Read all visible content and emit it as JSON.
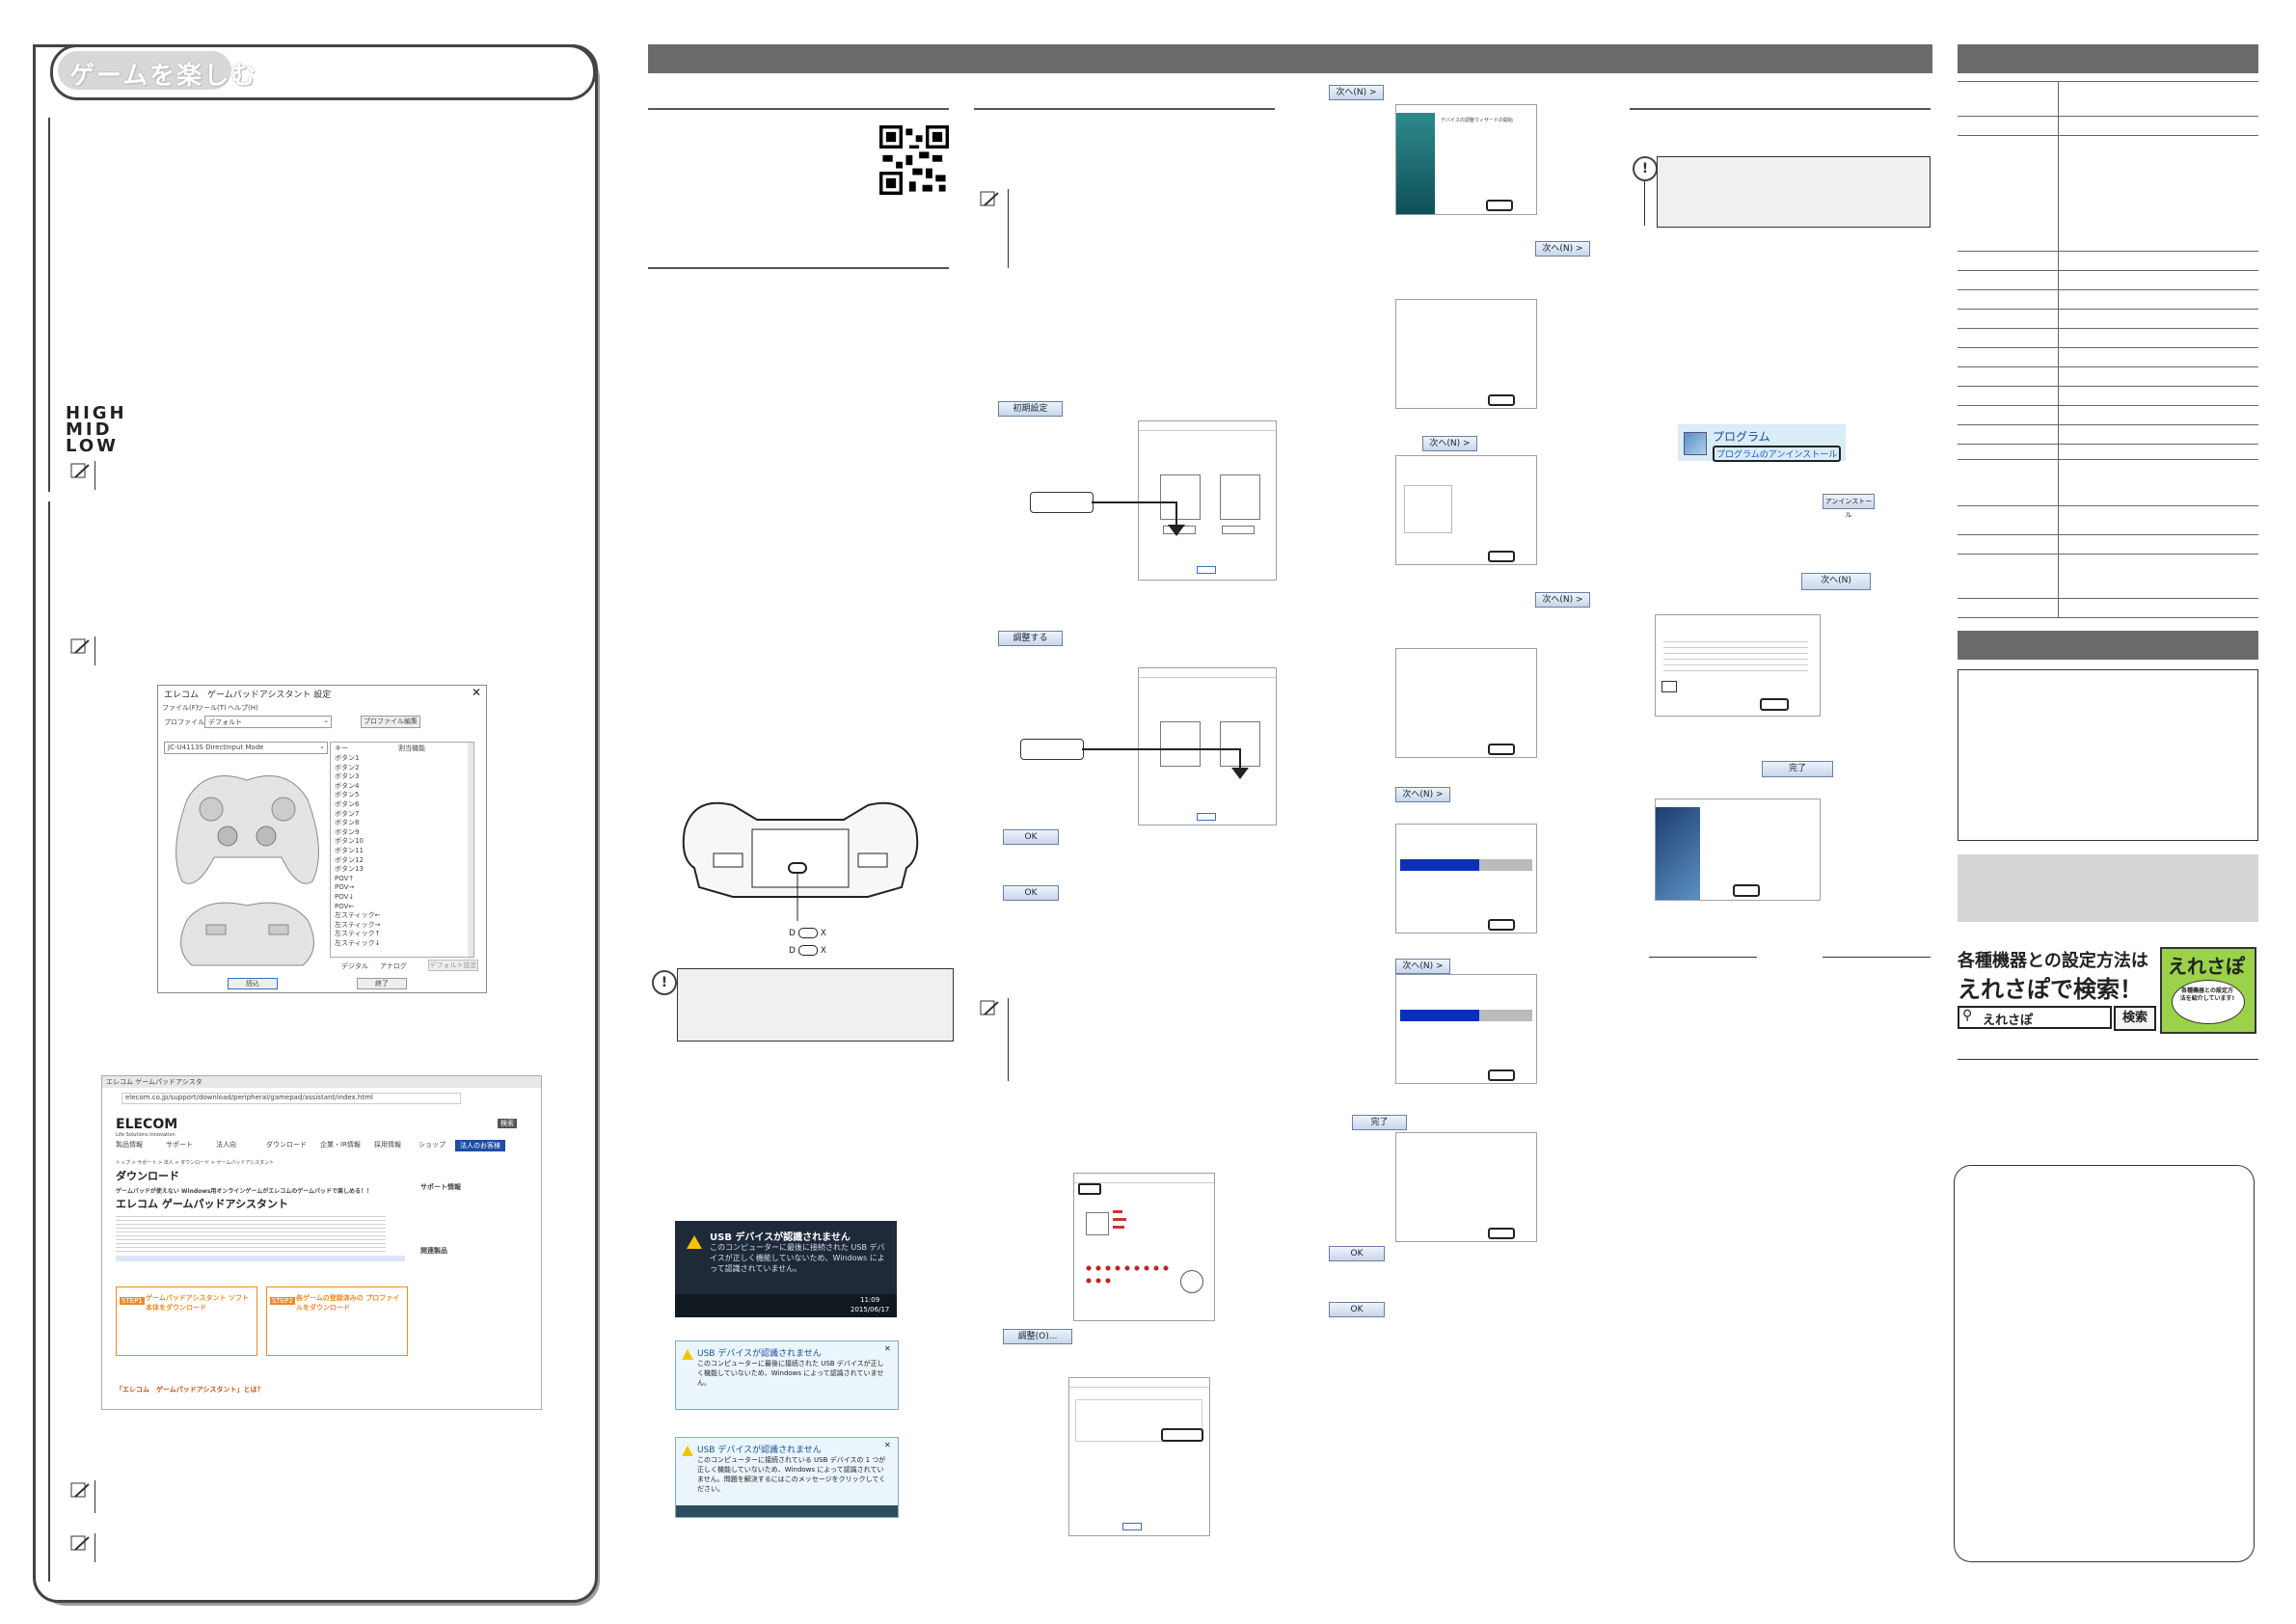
{
  "left_panel": {
    "title": "ゲームを楽しむ",
    "levels": [
      "HIGH",
      "MID",
      "LOW"
    ]
  },
  "assistant_window": {
    "title": "エレコム　ゲームパッドアシスタント 設定",
    "menu": [
      "ファイル(F)",
      "ツール(T)",
      "ヘルプ(H)"
    ],
    "profile_label": "プロファイル:",
    "profile_value": "デフォルト",
    "profile_button": "プロファイル編集",
    "device_value": "JC-U4113S DirectInput Mode",
    "list_header": [
      "キー",
      "割当機能"
    ],
    "list_items": [
      "ボタン1",
      "ボタン2",
      "ボタン3",
      "ボタン4",
      "ボタン5",
      "ボタン6",
      "ボタン7",
      "ボタン8",
      "ボタン9",
      "ボタン10",
      "ボタン11",
      "ボタン12",
      "ボタン13",
      "POV↑",
      "POV→",
      "POV↓",
      "POV←",
      "左スティック←",
      "左スティック→",
      "左スティック↑",
      "左スティック↓"
    ],
    "radio_digital": "デジタル",
    "radio_analog": "アナログ",
    "default_button": "デフォルト設定",
    "read_button": "読込",
    "end_button": "終了"
  },
  "browser": {
    "tab": "エレコム ゲームパッドアシスタ",
    "url": "elecom.co.jp/support/download/peripheral/gamepad/assistant/index.html",
    "logo": "ELECOM",
    "logo_sub": "Life Solutions Innovation",
    "nav": [
      "製品情報",
      "サポート",
      "法人向",
      "ダウンロード",
      "企業・IR情報",
      "採用情報",
      "ショップ"
    ],
    "breadcrumb": "トップ > サポート > 法人 > ダウンロード > ゲームパッドアシスタント",
    "page_heading": "ダウンロード",
    "catch": "ゲームパッドが使えない Windows用オンラインゲームがエレコムのゲームパッドで楽しめる！！",
    "product": "エレコム ゲームパッドアシスタント",
    "dl1_step": "STEP1",
    "dl1": "ゲームパッドアシスタント ソフト本体をダウンロード",
    "dl2_step": "STEP2",
    "dl2": "各ゲームの登録済みの プロファイルをダウンロード",
    "about": "「エレコム　ゲームパッドアシスタント」とは？",
    "side1": "サポート情報",
    "side2": "関連製品",
    "search_btn": "検索",
    "login_btn": "法人のお客様"
  },
  "usb_popups": [
    {
      "title": "USB デバイスが認識されません",
      "body": "このコンピューターに最後に接続された USB デバイスが正しく機能していないため、Windows によって認識されていません。",
      "time": "11:09",
      "date": "2015/06/17"
    },
    {
      "title": "USB デバイスが認識されません",
      "body": "このコンピューターに最後に接続された USB デバイスが正しく機能していないため、Windows によって認識されていません。"
    },
    {
      "title": "USB デバイスが認識されません",
      "body": "このコンピューターに接続されている USB デバイスの 1 つが正しく機能していないため、Windows によって認識されていません。問題を解決するにはこのメッセージをクリックしてください。"
    }
  ],
  "steps_mid": {
    "btn_initialize": "初期設定",
    "btn_adjust": "調整する",
    "btn_ok1": "OK",
    "btn_ok2": "OK",
    "btn_properties": "調整(O)...",
    "led_marks": [
      "D",
      "X",
      "D",
      "X"
    ]
  },
  "install_steps": {
    "btn_next": "次へ(N) >",
    "btn_finish": "完了",
    "btn_ok": "OK",
    "wizard_title": "デバイスの調整ウィザードの開始"
  },
  "uninstall": {
    "control_panel_title": "プログラム",
    "control_panel_link": "プログラムのアンインストール",
    "btn_uninstall": "アンインストール",
    "btn_next": "次へ(N)",
    "btn_finish": "完了"
  },
  "ad": {
    "line1": "各種機器との設定方法は",
    "line2": "えれさぽで検索！",
    "search_text": "えれさぽ",
    "search_btn": "検索",
    "logo": "えれさぽ",
    "logo_sub": "各種機器との設定方法を紹介しています!"
  },
  "colors": {
    "header_bar": "#6b6b6b",
    "rule": "#555555",
    "accent_blue": "#0a2f8f",
    "logo_green": "#9bd24a",
    "panel_border": "#444444"
  }
}
